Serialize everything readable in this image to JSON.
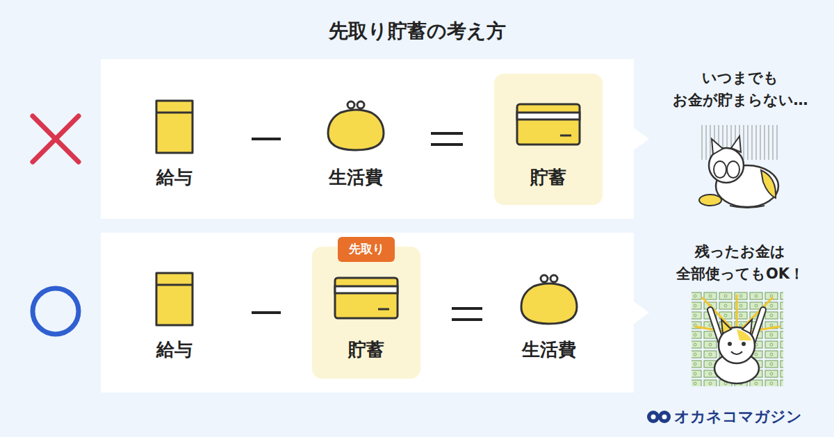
{
  "diagram": {
    "title": "先取り貯蓄の考え方",
    "nodes": [
      {
        "text": [
          "給与",
          "生活費"
        ]
      },
      {
        "text": [
          "貯蓄"
        ],
        "in": 0
      },
      {
        "text": [
          "給与",
          "生活費"
        ]
      },
      {
        "text": [
          "貯蓄"
        ],
        "in": 2
      },
      {
        "text": [
          "先取り"
        ],
        "in": 3
      }
    ],
    "labels": [
      "いつまでも お金が貯まらない…",
      "残ったお金は 全部使ってもOK！",
      "オカネコマガジン"
    ]
  }
}
